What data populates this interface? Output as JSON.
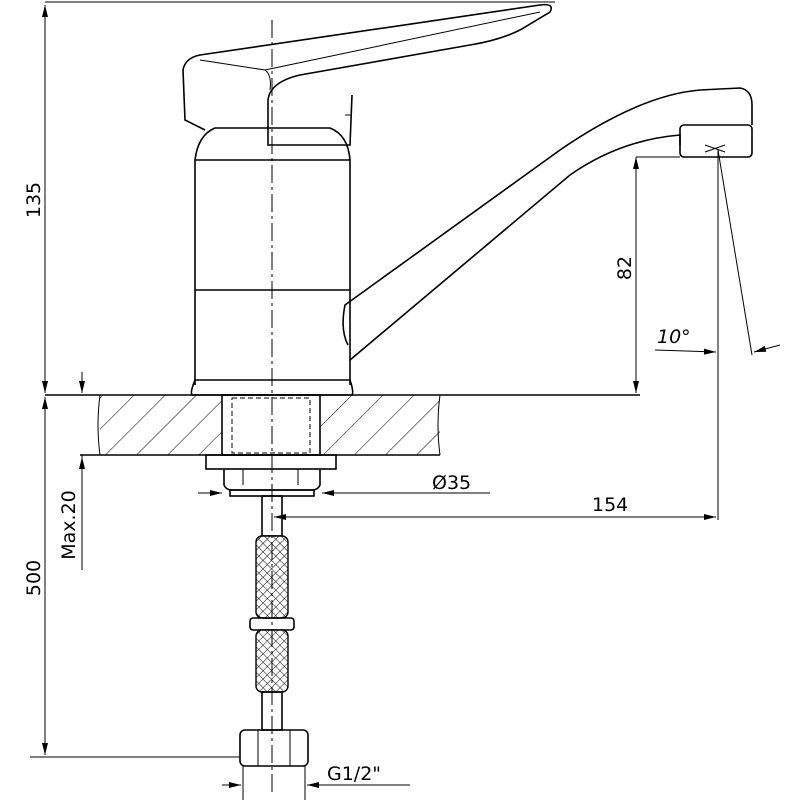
{
  "title": "Kitchen faucet dimension drawing",
  "dimensions": {
    "overall_height": "135",
    "spout_height": "82",
    "spout_angle": "10°",
    "body_diameter": "Ø35",
    "spout_reach": "154",
    "max_countertop": "Max.20",
    "hose_length": "500",
    "thread": "G1/2\""
  }
}
